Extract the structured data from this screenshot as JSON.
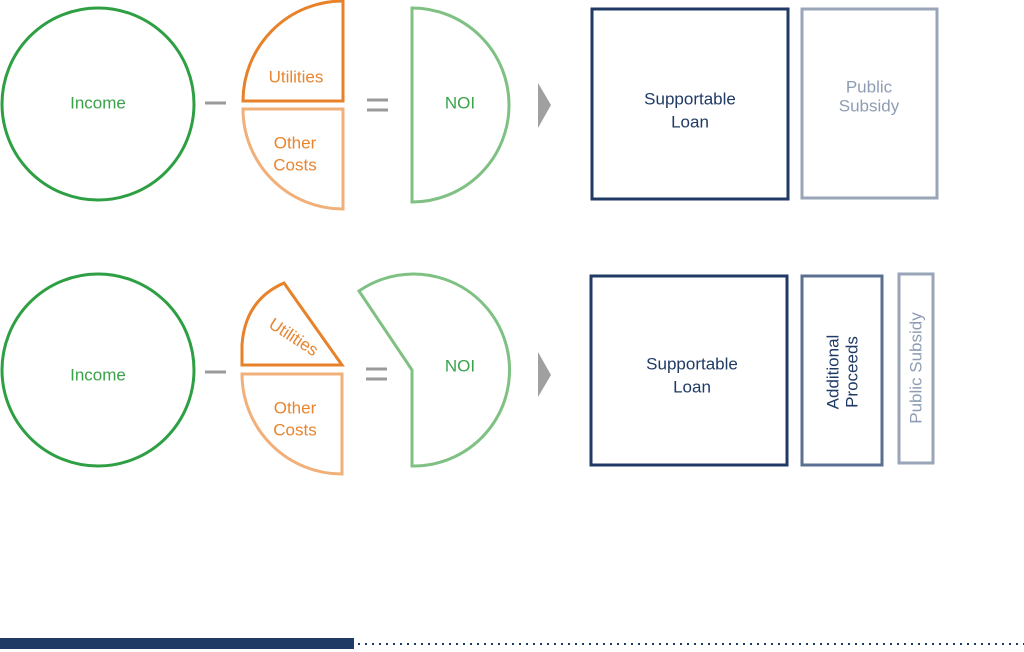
{
  "colors": {
    "income_green": "#2ea043",
    "noi_green": "#7fc083",
    "utilities_orange": "#e8822a",
    "other_costs_orange": "#f1b07a",
    "loan_navy": "#1f3a64",
    "subsidy_gray": "#9aa6b8",
    "operator_gray": "#9a9a9a",
    "footer_navy": "#1f3a64"
  },
  "row1": {
    "income": "Income",
    "utilities": "Utilities",
    "other_costs_line1": "Other",
    "other_costs_line2": "Costs",
    "noi": "NOI",
    "supportable_loan_line1": "Supportable",
    "supportable_loan_line2": "Loan",
    "public_subsidy_line1": "Public",
    "public_subsidy_line2": "Subsidy"
  },
  "row2": {
    "income": "Income",
    "utilities": "Utilities",
    "other_costs_line1": "Other",
    "other_costs_line2": "Costs",
    "noi": "NOI",
    "supportable_loan_line1": "Supportable",
    "supportable_loan_line2": "Loan",
    "additional_proceeds_line1": "Additional",
    "additional_proceeds_line2": "Proceeds",
    "public_subsidy": "Public Subsidy"
  }
}
